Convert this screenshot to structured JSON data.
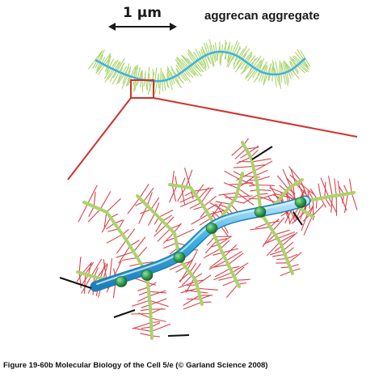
{
  "figure": {
    "scale_bar_label": "1 μm",
    "title": "aggrecan aggregate",
    "caption": "Figure 19-60b  Molecular Biology of the Cell 5/e (© Garland Science 2008)"
  },
  "colors": {
    "hyaluronan": "#3fb0e3",
    "hyaluronan_highlight": "#bfe8fa",
    "core_protein": "#a9d46a",
    "glycosaminoglycan": "#d9434b",
    "link_protein": "#2f9a4c",
    "zoom_frame": "#d0322b",
    "pointer": "#111111"
  }
}
